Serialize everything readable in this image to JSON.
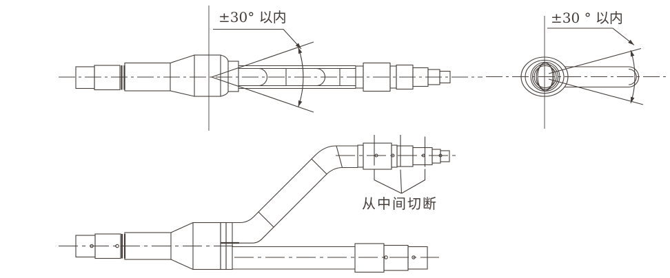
{
  "labels": {
    "angle_left": "±30° 以内",
    "angle_right": "±30 ° 以内",
    "cut_middle": "从中间切断"
  },
  "colors": {
    "line": "#433c38",
    "background": "#ffffff"
  }
}
